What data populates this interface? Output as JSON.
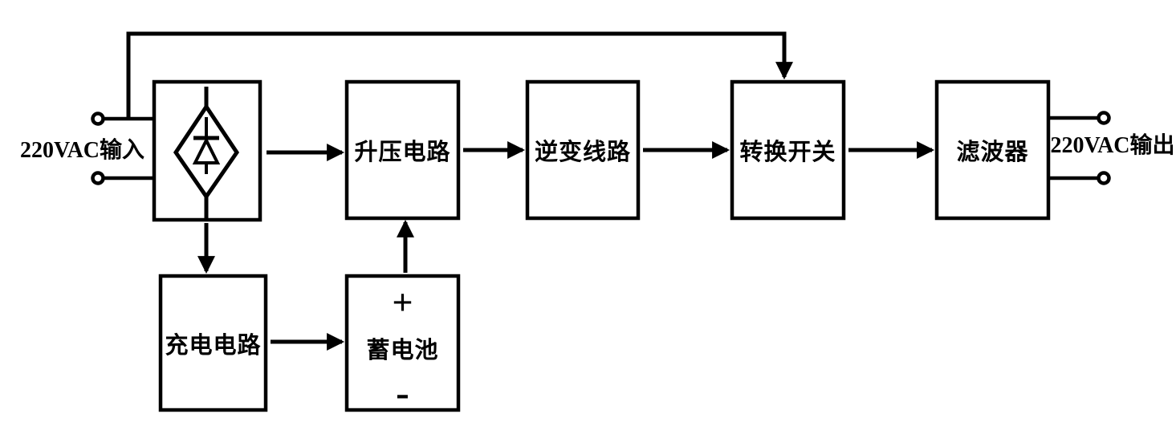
{
  "diagram": {
    "type": "block-diagram",
    "subject": "UPS power supply signal flow",
    "colors": {
      "line": "#000000",
      "background": "#ffffff",
      "box_fill": "#ffffff"
    },
    "io": {
      "input_label": "220VAC输入",
      "output_label": "220VAC输出"
    },
    "blocks": {
      "rectifier_icon": "bridge-rectifier-diode-icon",
      "boost": "升压电路",
      "inverter": "逆变线路",
      "transfer_switch": "转换开关",
      "filter": "滤波器",
      "charger": "充电电路",
      "battery": "蓄电池",
      "battery_plus": "+",
      "battery_minus": "-"
    },
    "connections": [
      "input → rectifier",
      "rectifier → boost",
      "boost → inverter",
      "inverter → transfer_switch",
      "transfer_switch → filter",
      "filter → output",
      "input bypass → transfer_switch",
      "rectifier → charger",
      "charger → battery",
      "battery → boost"
    ]
  }
}
